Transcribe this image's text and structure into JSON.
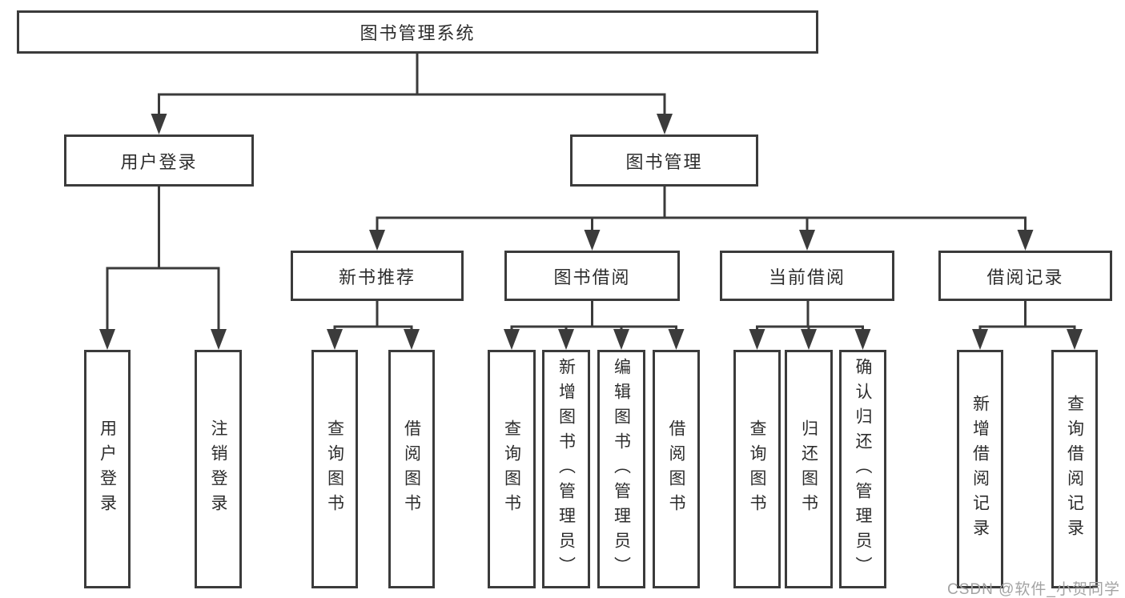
{
  "colors": {
    "line": "#3b3b3b",
    "text": "#2d2d2d",
    "watermark": "#a3a3a3",
    "background": "#ffffff"
  },
  "diagram": {
    "type": "hierarchy-tree",
    "root": {
      "label": "图书管理系统",
      "children": [
        {
          "label": "用户登录",
          "children": [
            {
              "label": "用户登录"
            },
            {
              "label": "注销登录"
            }
          ]
        },
        {
          "label": "图书管理",
          "children": [
            {
              "label": "新书推荐",
              "children": [
                {
                  "label": "查询图书"
                },
                {
                  "label": "借阅图书"
                }
              ]
            },
            {
              "label": "图书借阅",
              "children": [
                {
                  "label": "查询图书"
                },
                {
                  "label": "新增图书（管理员）"
                },
                {
                  "label": "编辑图书（管理员）"
                },
                {
                  "label": "借阅图书"
                }
              ]
            },
            {
              "label": "当前借阅",
              "children": [
                {
                  "label": "查询图书"
                },
                {
                  "label": "归还图书"
                },
                {
                  "label": "确认归还（管理员）"
                }
              ]
            },
            {
              "label": "借阅记录",
              "children": [
                {
                  "label": "新增借阅记录"
                },
                {
                  "label": "查询借阅记录"
                }
              ]
            }
          ]
        }
      ]
    }
  },
  "watermark": {
    "text": "CSDN @软件_小贺同学"
  }
}
